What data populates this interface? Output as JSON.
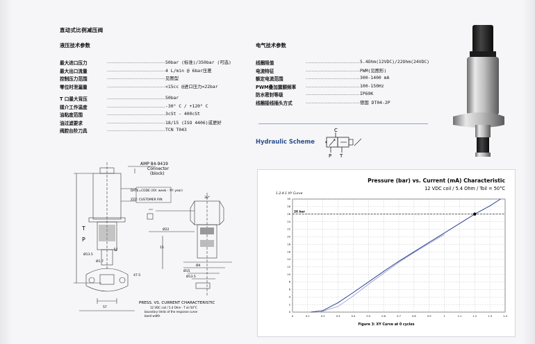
{
  "doc_title": "直动式比例减压阀",
  "hydraulic": {
    "heading": "液压技术参数",
    "rows": [
      {
        "label": "最大进口压力",
        "value": "50bar (标准)/350bar (可选)"
      },
      {
        "label": "最大出口流量",
        "value": "4 L/min @ 6bar压差"
      },
      {
        "label": "控制压力范围",
        "value": "见图型"
      },
      {
        "label": "零位时泄漏量",
        "value": "<15cc @进口压力=22bar"
      },
      {
        "label": "T 口最大背压",
        "value": "50bar"
      },
      {
        "label": "媒介工作温度",
        "value": "-30° C / +120° C"
      },
      {
        "label": "油粘度范围",
        "value": "3cSt - 400cSt"
      },
      {
        "label": "油过滤要求",
        "value": "18/15 (ISO 4406)或更好"
      },
      {
        "label": "阀腔台阶刀具",
        "value": "TCN T043"
      }
    ]
  },
  "electrical": {
    "heading": "电气技术参数",
    "rows": [
      {
        "label": "线圈阻值",
        "value": "5.4Ohm(12VDC)/22Ohm(24VDC)"
      },
      {
        "label": "电流特征",
        "value": "PWM(见图形)"
      },
      {
        "label": "额定电流范围",
        "value": "300-1400 mA"
      },
      {
        "label": "PWM叠加震颤频率",
        "value": "100-150Hz"
      },
      {
        "label": "防水密封等级",
        "value": "IP69K"
      },
      {
        "label": "线圈接线插头方式",
        "value": "德国 DT04-2P"
      }
    ]
  },
  "hydraulic_scheme": {
    "title": "Hydraulic Scheme",
    "port_c": "C",
    "port_p": "P",
    "port_t": "T"
  },
  "drawing": {
    "connector_label": "AMP 84-9419",
    "connector_sub": "Connector",
    "connector_sub2": "(block)",
    "date_code": "DATE=CODE (XX: week - YY: year)",
    "customer_pn": "ZZZ: CUSTOMER P/N",
    "port_t": "T",
    "port_p": "P",
    "port_u": "U",
    "graph_caption": "PRESS. VS. CURRENT CHARACTERISTIC",
    "graph_line1": "12 VDC coil / 5.4 Ohm - T oil 50°C",
    "graph_line2": "boundary limits of the response curve",
    "graph_line3": "band width",
    "dim_labels": [
      "Ø13.5",
      "Ø1.7",
      "Ø22",
      "30°",
      "15",
      "Ø4",
      "Ø15",
      "47.5",
      "Ø13.5",
      "57"
    ]
  },
  "chart_data": {
    "type": "line",
    "title": "Pressure (bar) vs. Current (mA) Characteristic",
    "subtitle": "12 VDC coil / 5.4 Ohm / Toil = 50°C",
    "inner_label": "1.2.4.1   XY Curve",
    "annotation": "26 bar",
    "caption": "Figure 3: XY Curve at 0 cycles",
    "xlim": [
      0,
      1.4
    ],
    "ylim": [
      0,
      30
    ],
    "xticks": [
      0,
      0.1,
      0.2,
      0.3,
      0.4,
      0.5,
      0.6,
      0.7,
      0.8,
      0.9,
      1.0,
      1.1,
      1.2,
      1.3,
      1.4
    ],
    "yticks": [
      0,
      2,
      4,
      6,
      8,
      10,
      12,
      14,
      16,
      18,
      20,
      22,
      24,
      26,
      28,
      30
    ],
    "grid": true,
    "marker_point": [
      1.2,
      26
    ],
    "series": [
      {
        "values_x": [
          0.12,
          0.2,
          0.3,
          0.4,
          0.5,
          0.6,
          0.7,
          0.8,
          0.9,
          1.0,
          1.1,
          1.2,
          1.3,
          1.37
        ],
        "values_y": [
          0,
          0.4,
          2.5,
          5.2,
          8.0,
          10.8,
          13.5,
          16.0,
          18.5,
          21.0,
          23.5,
          26.0,
          28.2,
          30
        ]
      },
      {
        "values_x": [
          0.18,
          0.3,
          0.4,
          0.5,
          0.6,
          0.7,
          0.8,
          0.9,
          1.0
        ],
        "values_y": [
          0,
          1.5,
          4.3,
          7.4,
          10.3,
          13.2,
          15.8,
          18.2,
          20.6
        ]
      }
    ]
  }
}
